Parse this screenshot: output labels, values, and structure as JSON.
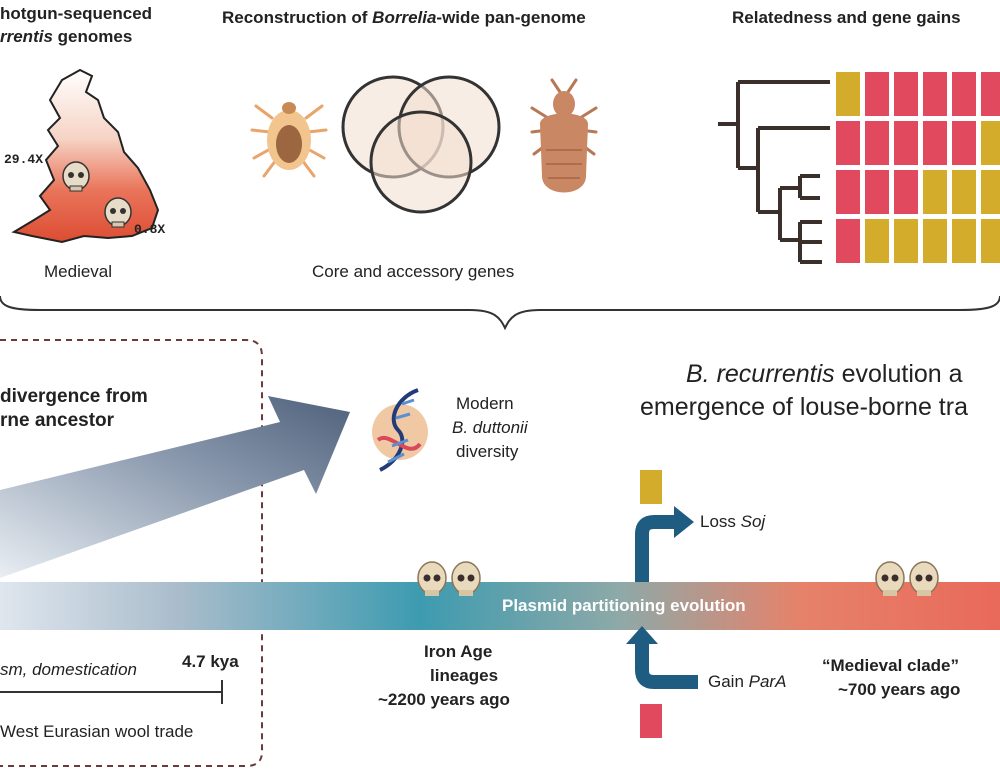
{
  "top_panels": {
    "genomes": {
      "title_line1": "hotgun-sequenced",
      "title_line2_italic": "rrentis",
      "title_line2_rest": " genomes",
      "coverage_high": "29.4X",
      "coverage_low": "0.8X",
      "caption": "Medieval"
    },
    "pangenome": {
      "title_pre": "Reconstruction of ",
      "title_italic": "Borrelia",
      "title_post": "-wide pan-genome",
      "caption": "Core and accessory genes"
    },
    "relatedness": {
      "title": "Relatedness and gene gains",
      "grid_rows": [
        [
          "gold",
          "red",
          "red",
          "red",
          "red",
          "red"
        ],
        [
          "red",
          "red",
          "red",
          "red",
          "red",
          "gold"
        ],
        [
          "red",
          "red",
          "red",
          "gold",
          "gold",
          "gold"
        ],
        [
          "red",
          "gold",
          "gold",
          "gold",
          "gold",
          "gold"
        ]
      ]
    }
  },
  "bottom": {
    "divergence_line1": "divergence from",
    "divergence_line2": "rne ancestor",
    "modern_line1": "Modern",
    "modern_line2_italic": "B. duttonii",
    "modern_line3": "diversity",
    "evolution_line1_italic": "B. recurrentis",
    "evolution_line1_rest": " evolution a",
    "evolution_line2": "emergence of louse-borne tra",
    "timeline_label": "Plasmid partitioning evolution",
    "loss_label": "Loss ",
    "loss_gene": "Soj",
    "gain_label": "Gain ",
    "gain_gene": "ParA",
    "iron_age_line1": "Iron Age",
    "iron_age_line2": "lineages",
    "iron_age_line3": "~2200 years ago",
    "medieval_line1": "“Medieval clade”",
    "medieval_line2": "~700 years ago",
    "domestication": "sm, domestication",
    "kya": "4.7 kya",
    "wool_trade": "West Eurasian wool trade"
  },
  "colors": {
    "gold": "#d4ac2b",
    "red": "#e0495e",
    "timeline_teal": "#3b8fa8",
    "timeline_red": "#ea6b5c",
    "arrow_blue": "#1f5c82",
    "map_red": "#e05a40"
  },
  "icons": [
    "tick-icon",
    "louse-icon",
    "dna-icon",
    "skull-icon",
    "uk-map-icon",
    "phylogeny-tree-icon"
  ]
}
